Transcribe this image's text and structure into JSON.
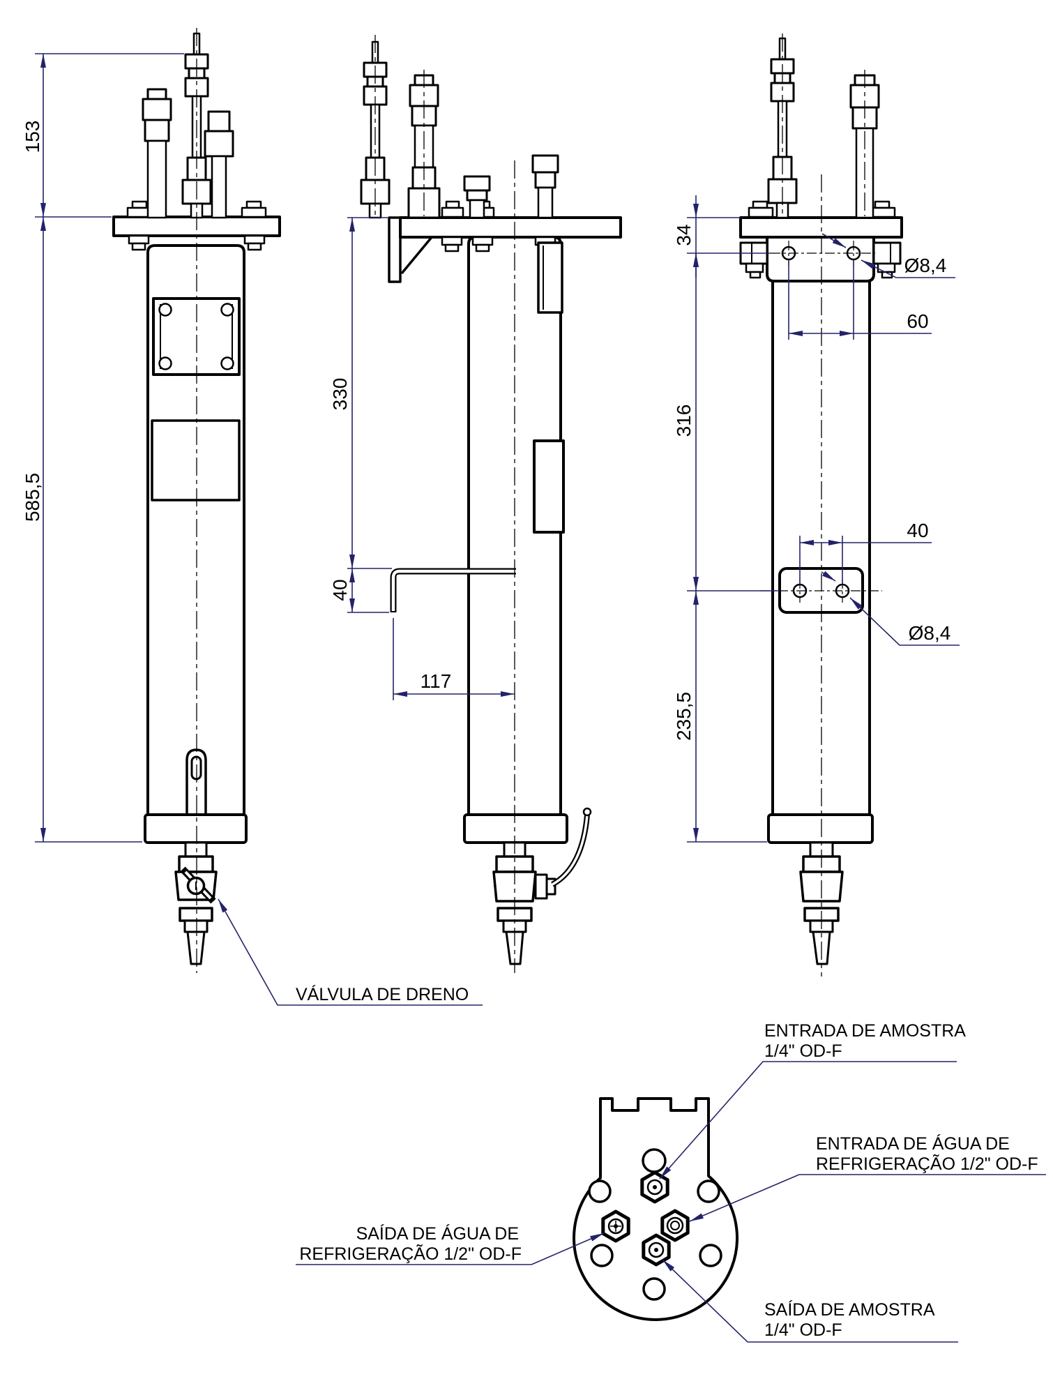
{
  "dimensions": {
    "fittings_height": "153",
    "body_height": "585,5",
    "bracket_offset": "330",
    "tube_drop": "40",
    "tube_reach": "117",
    "top_hole_offset": "34",
    "top_hole_spacing": "60",
    "top_hole_diameter": "Ø8,4",
    "bracket_spacing": "316",
    "lower_hole_spacing": "40",
    "lower_hole_diameter": "Ø8,4",
    "lower_offset": "235,5"
  },
  "labels": {
    "drain_valve": "VÁLVULA DE DRENO",
    "sample_inlet_line1": "ENTRADA DE AMOSTRA",
    "sample_inlet_line2": "1/4\" OD-F",
    "cooling_inlet_line1": "ENTRADA DE ÁGUA DE",
    "cooling_inlet_line2": "REFRIGERAÇÃO 1/2\" OD-F",
    "cooling_outlet_line1": "SAÍDA DE ÁGUA DE",
    "cooling_outlet_line2": "REFRIGERAÇÃO 1/2\" OD-F",
    "sample_outlet_line1": "SAÍDA DE AMOSTRA",
    "sample_outlet_line2": "1/4\" OD-F"
  },
  "colors": {
    "line": "#000000",
    "dimension": "#23236a",
    "text": "#000000",
    "background": "#ffffff"
  }
}
